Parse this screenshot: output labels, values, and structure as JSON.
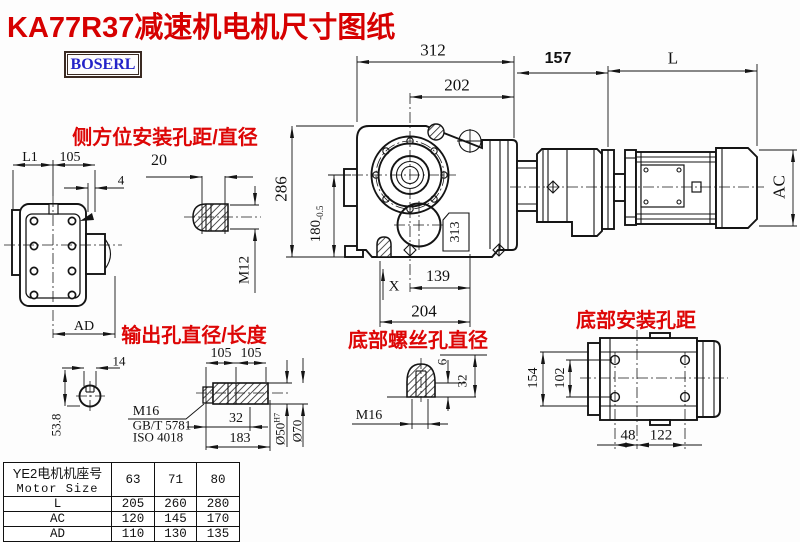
{
  "title": "KA77R37减速机电机尺寸图纸",
  "logo": "BOSERL",
  "labels": {
    "side_mount": "侧方位安装孔距/直径",
    "output_hole": "输出孔直径/长度",
    "bottom_screw": "底部螺丝孔直径",
    "bottom_mount": "底部安装孔距"
  },
  "dims": {
    "w312": "312",
    "w202": "202",
    "w157": "157",
    "len": "L",
    "ac": "AC",
    "h286": "286",
    "h180": "180",
    "h180_tol": "-0.5",
    "n313": "313",
    "w139": "139",
    "w204": "204",
    "x": "X",
    "l1": "L1",
    "w105": "105",
    "w4": "4",
    "ad": "AD",
    "w20": "20",
    "m12": "M12",
    "w14": "14",
    "h53": "53.8",
    "out105a": "105",
    "out105b": "105",
    "out32": "32",
    "out183": "183",
    "phi50": "Ø50",
    "phi50_sup": "H7",
    "phi70": "Ø70",
    "m16": "M16",
    "gbt": "GB/T 5781",
    "iso": "ISO 4018",
    "b6": "6",
    "b32": "32",
    "bm16": "M16",
    "h154": "154",
    "h102": "102",
    "w48": "48",
    "w122": "122"
  },
  "table": {
    "header_cn": "YE2电机机座号",
    "header_en": "Motor Size",
    "sizes": [
      "63",
      "71",
      "80"
    ],
    "rows": [
      {
        "label": "L",
        "values": [
          "205",
          "260",
          "280"
        ]
      },
      {
        "label": "AC",
        "values": [
          "120",
          "145",
          "170"
        ]
      },
      {
        "label": "AD",
        "values": [
          "110",
          "130",
          "135"
        ]
      }
    ]
  },
  "colors": {
    "accent_red": "#d60000",
    "logo_blue": "#2323c8",
    "line": "#141414"
  }
}
